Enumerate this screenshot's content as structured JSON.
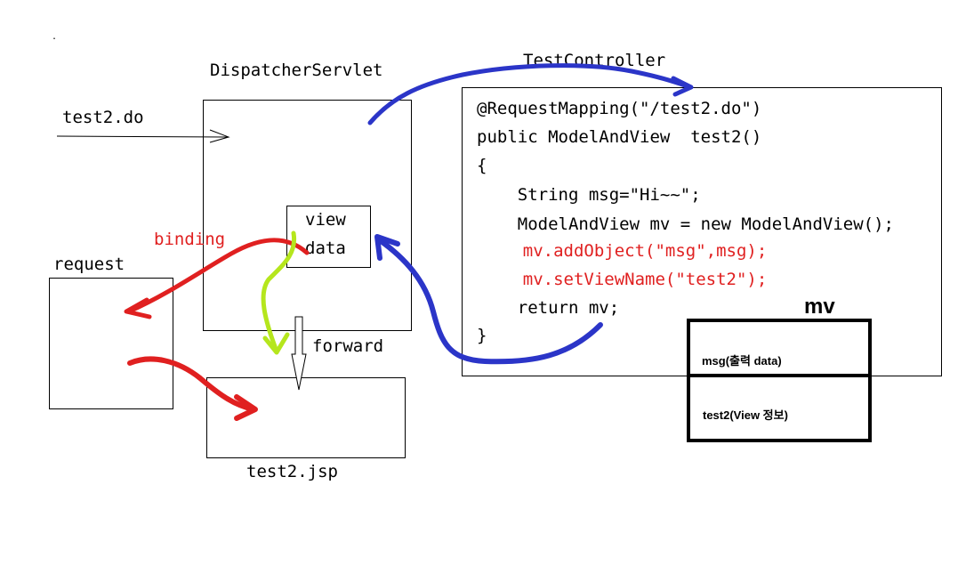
{
  "dot": ".",
  "dispatcher": {
    "title": "DispatcherServlet"
  },
  "incoming": {
    "label": "test2.do"
  },
  "inner": {
    "line1": "view",
    "line2": "data"
  },
  "binding": {
    "label": "binding"
  },
  "request": {
    "label": "request"
  },
  "forward": {
    "label": "forward"
  },
  "jsp": {
    "label": "test2.jsp"
  },
  "controller": {
    "title": "TestController",
    "code": [
      "@RequestMapping(\"/test2.do\")",
      "public ModelAndView  test2()",
      "{",
      "    String msg=\"Hi~~\";",
      "    ModelAndView mv = new ModelAndView();",
      "    mv.addObject(\"msg\",msg);",
      "    mv.setViewName(\"test2\");",
      "    return mv;",
      "}"
    ]
  },
  "mv": {
    "title": "mv",
    "row1": "msg(출력 data)",
    "row2": "test2(View 정보)"
  },
  "colors": {
    "blue": "#2b35c8",
    "red": "#e02020",
    "green": "#b5e61d",
    "highlight_code": "#e02020"
  }
}
